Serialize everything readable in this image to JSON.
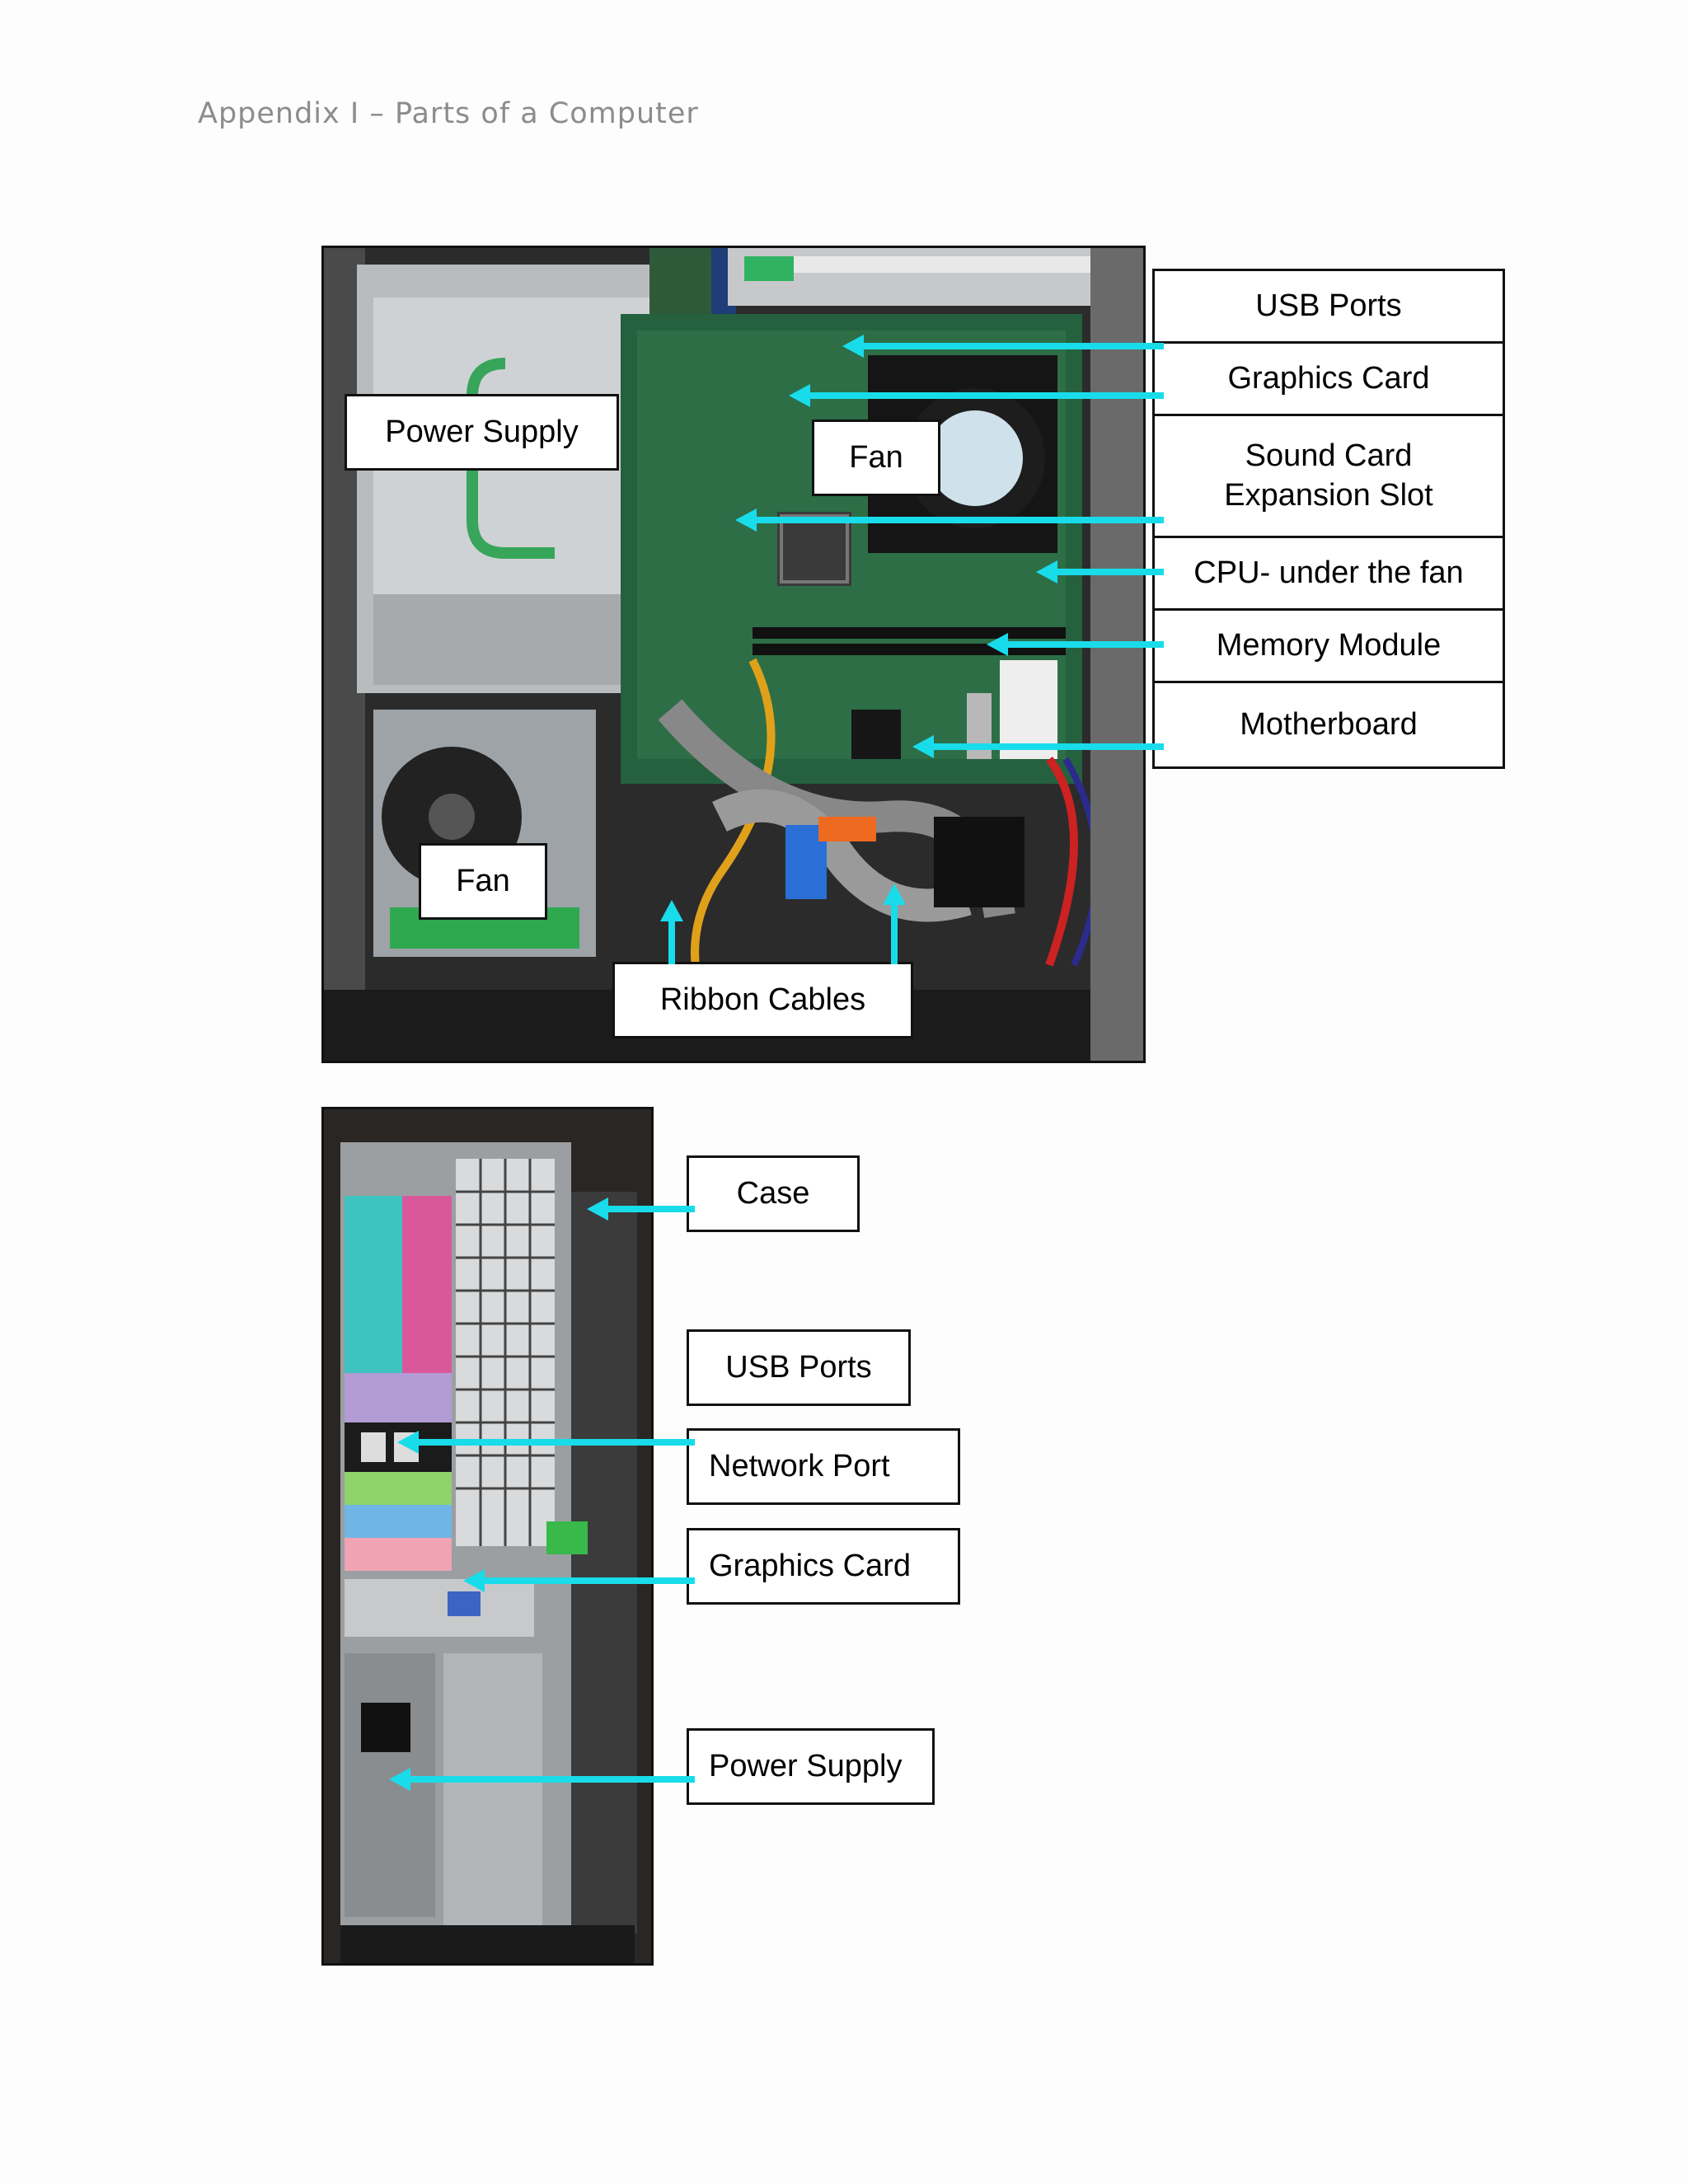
{
  "header": {
    "title": "Appendix I – Parts of a Computer"
  },
  "figure_top": {
    "legend": [
      "USB Ports",
      "Graphics Card",
      "Sound Card\nExpansion Slot",
      "CPU- under the fan",
      "Memory Module",
      "Motherboard"
    ],
    "callouts": {
      "power_supply": "Power Supply",
      "fan_cpu": "Fan",
      "fan_psu": "Fan",
      "ribbon_cables": "Ribbon Cables"
    }
  },
  "figure_bottom": {
    "labels": {
      "case": "Case",
      "usb_ports": "USB Ports",
      "network_port": "Network Port",
      "graphics_card": "Graphics Card",
      "power_supply": "Power Supply"
    }
  },
  "colors": {
    "arrow": "#19dcea",
    "box_border": "#111111",
    "header_text": "#8c8c8c"
  }
}
